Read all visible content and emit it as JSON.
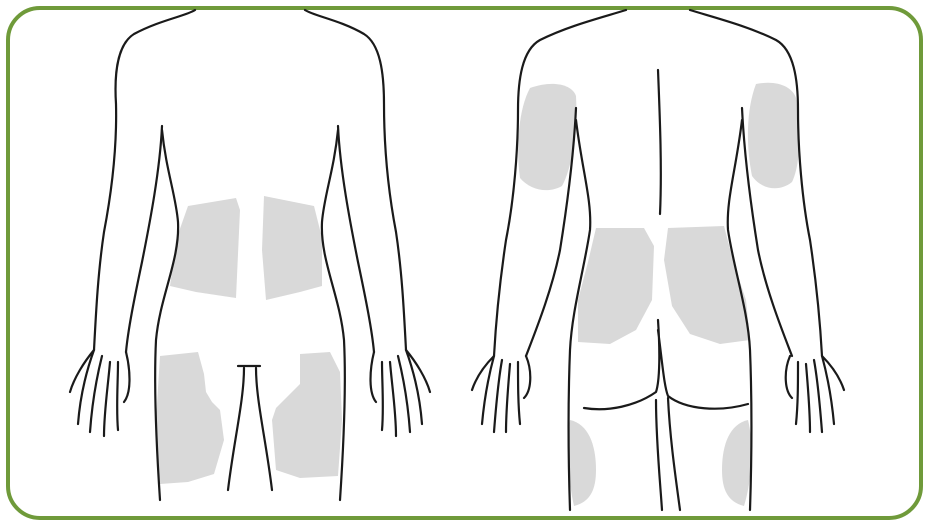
{
  "colors": {
    "frame_border": "#6f9a3a",
    "injection_zone": "#d9d9d9",
    "outline": "#1a1a1a",
    "background": "#ffffff"
  },
  "figures": [
    {
      "view": "front",
      "shaded_zones": [
        "abdomen-left",
        "abdomen-right",
        "thigh-left",
        "thigh-right"
      ]
    },
    {
      "view": "back",
      "shaded_zones": [
        "upper-arm-left",
        "upper-arm-right",
        "buttock-left",
        "buttock-right",
        "thigh-left",
        "thigh-right"
      ]
    }
  ]
}
